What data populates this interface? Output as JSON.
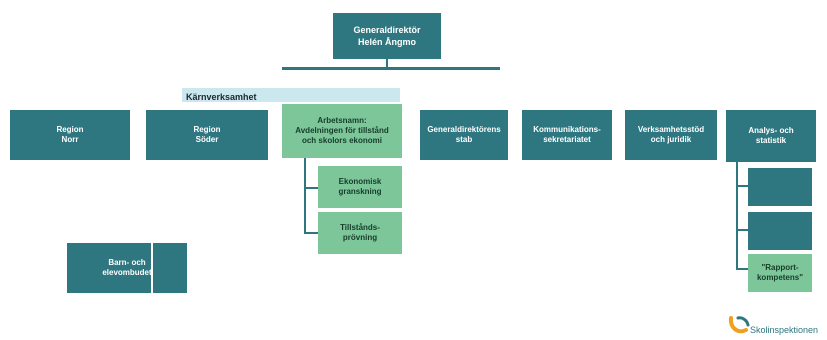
{
  "band": {
    "label": "Kärnverksamhet"
  },
  "nodes": {
    "director": "Generaldirektör\nHelén Ångmo",
    "region_norr": "Region\nNorr",
    "region_soder": "Region\nSöder",
    "arbetsnamn": "Arbetsnamn:\nAvdelningen för tillstånd\noch skolors ekonomi",
    "generaldirektorens_stab": "Generaldirektörens\nstab",
    "kommunikationssekretariatet": "Kommunikations-\nsekretariatet",
    "verksamhetsstod": "Verksamhetsstöd\noch juridik",
    "analys": "Analys- och\nstatistik",
    "ekonomisk": "Ekonomisk\ngranskning",
    "tillstands": "Tillstånds-\nprövning",
    "analys_sub1": "",
    "analys_sub2": "",
    "rapport": "\"Rapport-\nkompetens\"",
    "barn": "Barn- och\nelevombudet"
  },
  "logo": {
    "text": "Skolinspektionen"
  },
  "colors": {
    "teal": "#2e7780",
    "green": "#7cc69a",
    "band": "#cbe8ef",
    "logo_orange": "#f0a020"
  }
}
